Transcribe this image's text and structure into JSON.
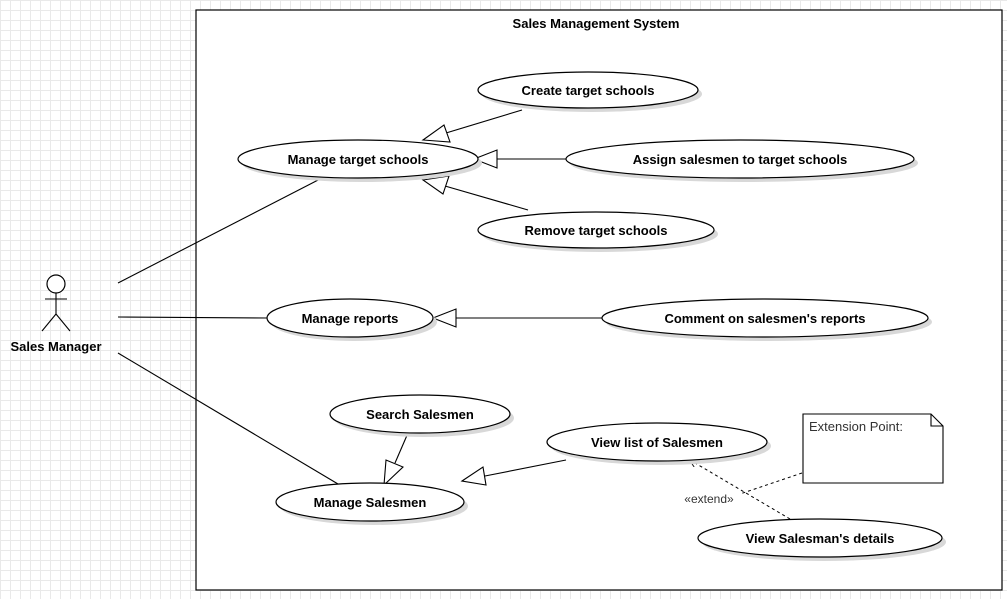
{
  "system": {
    "title": "Sales Management System"
  },
  "actor": {
    "label": "Sales Manager"
  },
  "use_cases": {
    "create_target_schools": "Create target schools",
    "manage_target_schools": "Manage target schools",
    "assign_salesmen": "Assign salesmen to target schools",
    "remove_target_schools": "Remove target schools",
    "manage_reports": "Manage reports",
    "comment_reports": "Comment on salesmen's reports",
    "search_salesmen": "Search Salesmen",
    "view_list_salesmen": "View list of Salesmen",
    "manage_salesmen": "Manage Salesmen",
    "view_salesman_details": "View Salesman's details"
  },
  "note": {
    "text": "Extension Point:"
  },
  "extend_label": "«extend»"
}
